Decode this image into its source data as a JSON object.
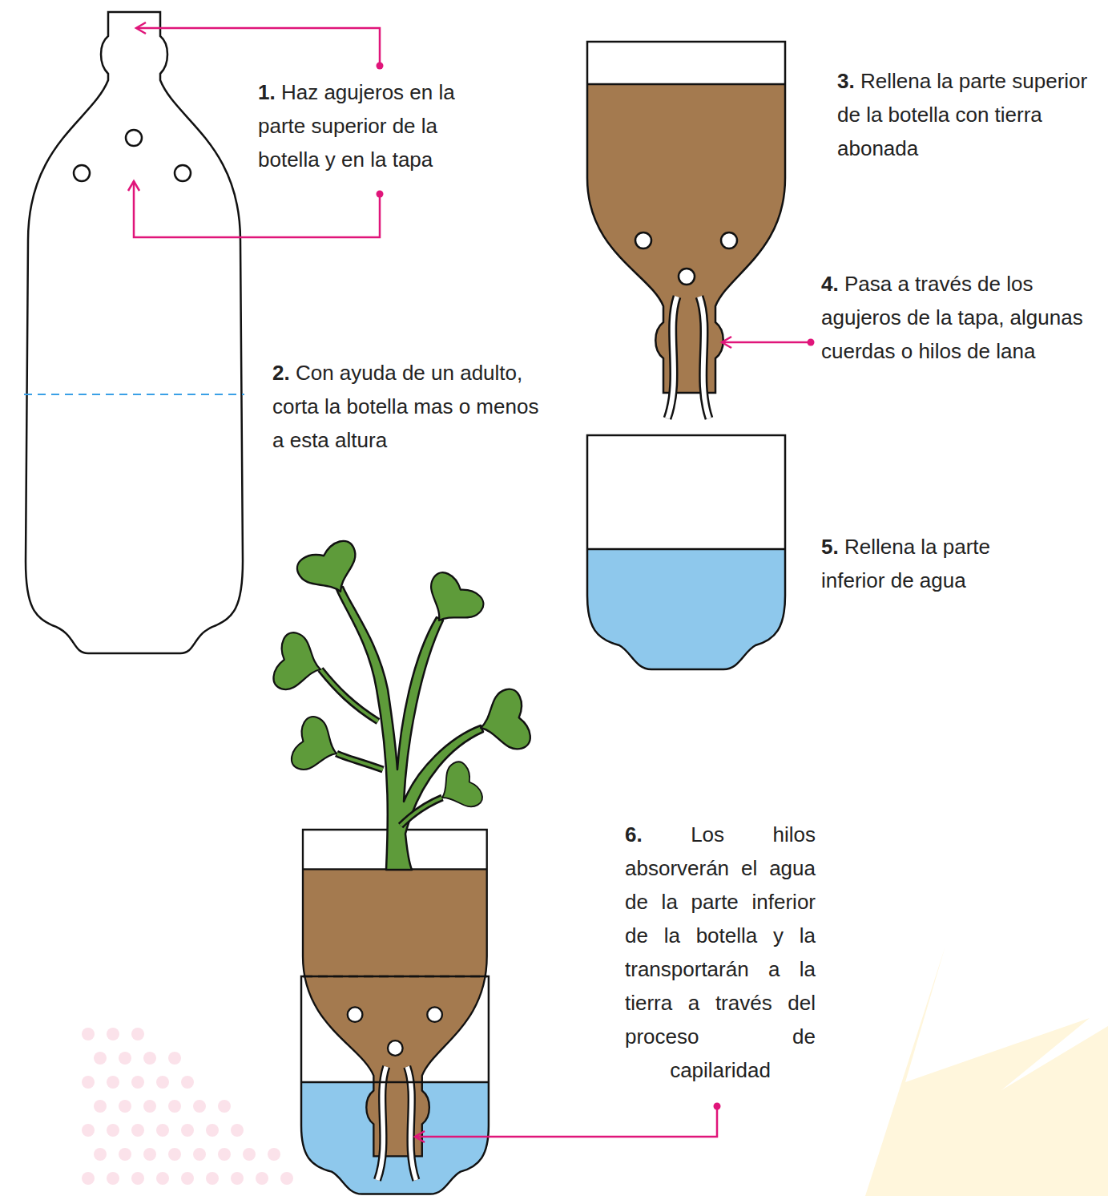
{
  "diagram": {
    "labels": [
      "1.",
      "Haz agujeros en la parte superior de la botella y en la tapa",
      "2.",
      "Con ayuda de un adulto, corta la botella mas o menos a esta altura",
      "3.",
      "Rellena la parte superior de la botella con tierra abonada",
      "4.",
      "Pasa a través de los agujeros de la tapa, algunas cuerdas o hilos de lana",
      "5.",
      "Rellena la parte inferior de agua",
      "6.",
      "Los hilos absorverán el agua de la parte inferior de la botella y la transportarán a la tierra a través del proceso de capilaridad"
    ]
  }
}
